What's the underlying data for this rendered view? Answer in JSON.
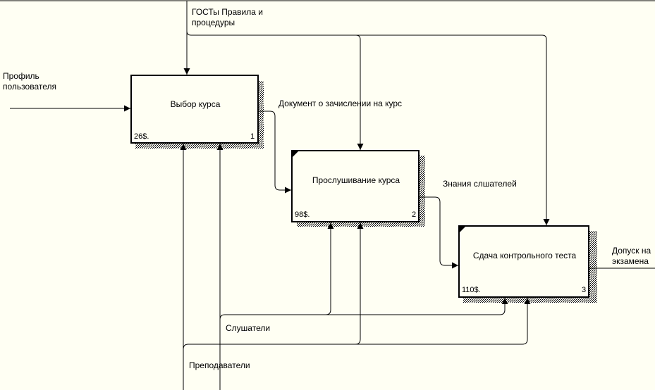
{
  "colors": {
    "background": "#fffff3",
    "line": "#000000",
    "shadow": "#000000"
  },
  "boxes": [
    {
      "title": "Выбор курса",
      "cost": "26$.",
      "number": "1"
    },
    {
      "title": "Прослушивание курса",
      "cost": "98$.",
      "number": "2"
    },
    {
      "title": "Сдача контрольного теста",
      "cost": "110$.",
      "number": "3"
    }
  ],
  "arrows": {
    "control_gosts_line1": "ГОСТы Правила и",
    "control_gosts_line2": "процедуры",
    "input_profile_line1": "Профиль",
    "input_profile_line2": "пользователя",
    "document": "Документ о зачислении на курс",
    "knowledge": "Знания слшателей",
    "output_line1": "Допуск на",
    "output_line2": "экзамена",
    "listeners": "Слушатели",
    "teachers": "Преподаватели"
  }
}
